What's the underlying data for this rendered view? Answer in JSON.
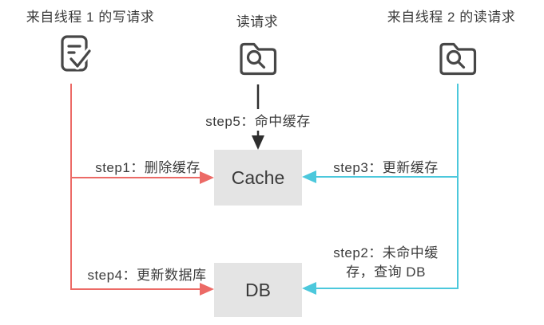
{
  "diagram": {
    "actors": {
      "writer": {
        "label": "来自线程 1 的写请求",
        "icon": "document-check-icon"
      },
      "reader": {
        "label": "读请求",
        "icon": "folder-search-icon"
      },
      "reader2": {
        "label": "来自线程 2 的读请求",
        "icon": "folder-search-icon"
      }
    },
    "nodes": {
      "cache": "Cache",
      "db": "DB"
    },
    "steps": {
      "step1": "step1：删除缓存",
      "step2_lines": [
        "step2：未命中缓",
        "存，查询 DB"
      ],
      "step3": "step3：更新缓存",
      "step4": "step4：更新数据库",
      "step5": "step5：命中缓存"
    },
    "flows": [
      {
        "name": "write-flow",
        "from": "writer",
        "targets": [
          "cache",
          "db"
        ],
        "steps": [
          "step1",
          "step4"
        ]
      },
      {
        "name": "read-hit-flow",
        "from": "reader",
        "targets": [
          "cache"
        ],
        "steps": [
          "step5"
        ]
      },
      {
        "name": "read-miss-flow",
        "from": "reader2",
        "targets": [
          "cache",
          "db"
        ],
        "steps": [
          "step3",
          "step2"
        ]
      }
    ]
  },
  "colors": {
    "write_flow": "#ec6a66",
    "read_flow": "#4cc8dc",
    "hit_flow": "#2e2e2e",
    "node_fill": "#e4e4e4",
    "text": "#3c3c3c",
    "icon_stroke": "#474747"
  }
}
